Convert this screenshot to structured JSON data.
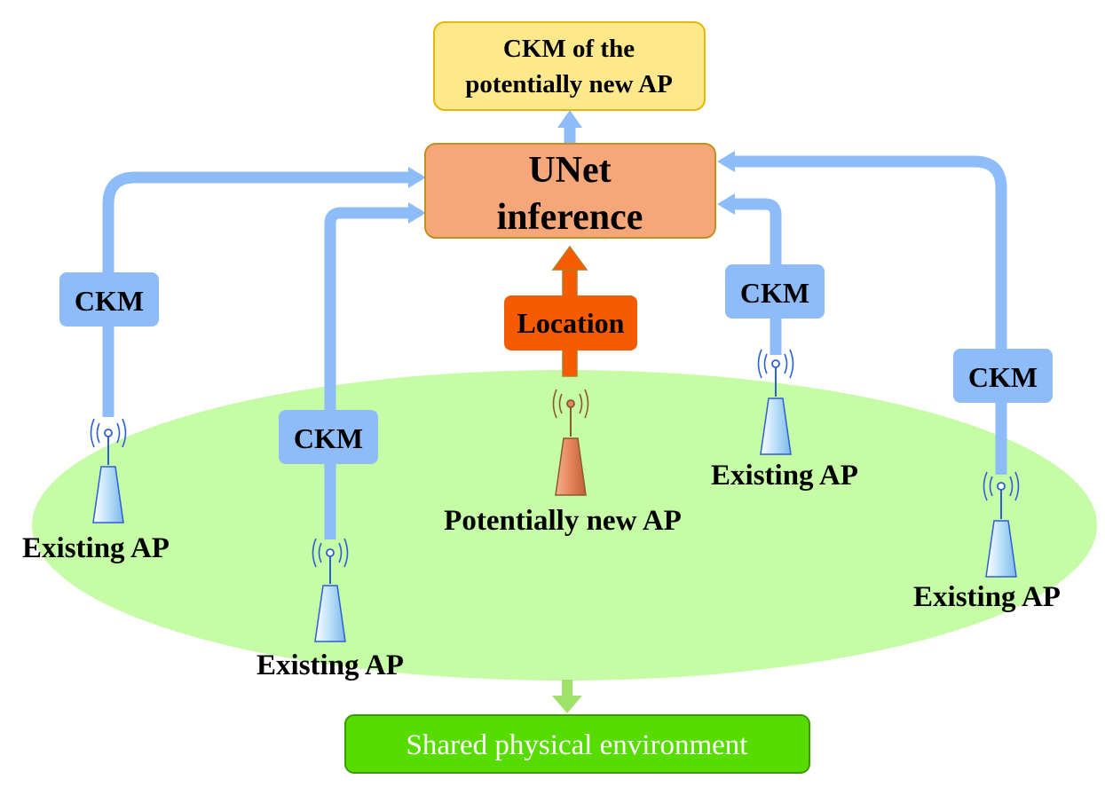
{
  "output_box": {
    "line1": "CKM of the",
    "line2": "potentially new AP"
  },
  "unet_box": {
    "line1": "UNet",
    "line2": "inference"
  },
  "location_label": "Location",
  "ckm_label": "CKM",
  "aps": [
    {
      "label": "Existing AP"
    },
    {
      "label": "Existing AP"
    },
    {
      "label": "Existing AP"
    },
    {
      "label": "Existing AP"
    }
  ],
  "new_ap": {
    "label": "Potentially new AP"
  },
  "environment_label": "Shared physical environment",
  "colors": {
    "flow_arrow": "#8ebcf8",
    "ckm_box": "#8ebcf8",
    "unet_fill": "#f6a77a",
    "unet_border": "#c09020",
    "output_fill": "#fde98c",
    "output_border": "#e6b800",
    "location_fill": "#f55b00",
    "ellipse": "#c5fca5",
    "env_fill": "#58dc00",
    "env_border": "#3a9a00",
    "ap_body": "#b9dffa",
    "new_ap_body": "#e3845a"
  }
}
